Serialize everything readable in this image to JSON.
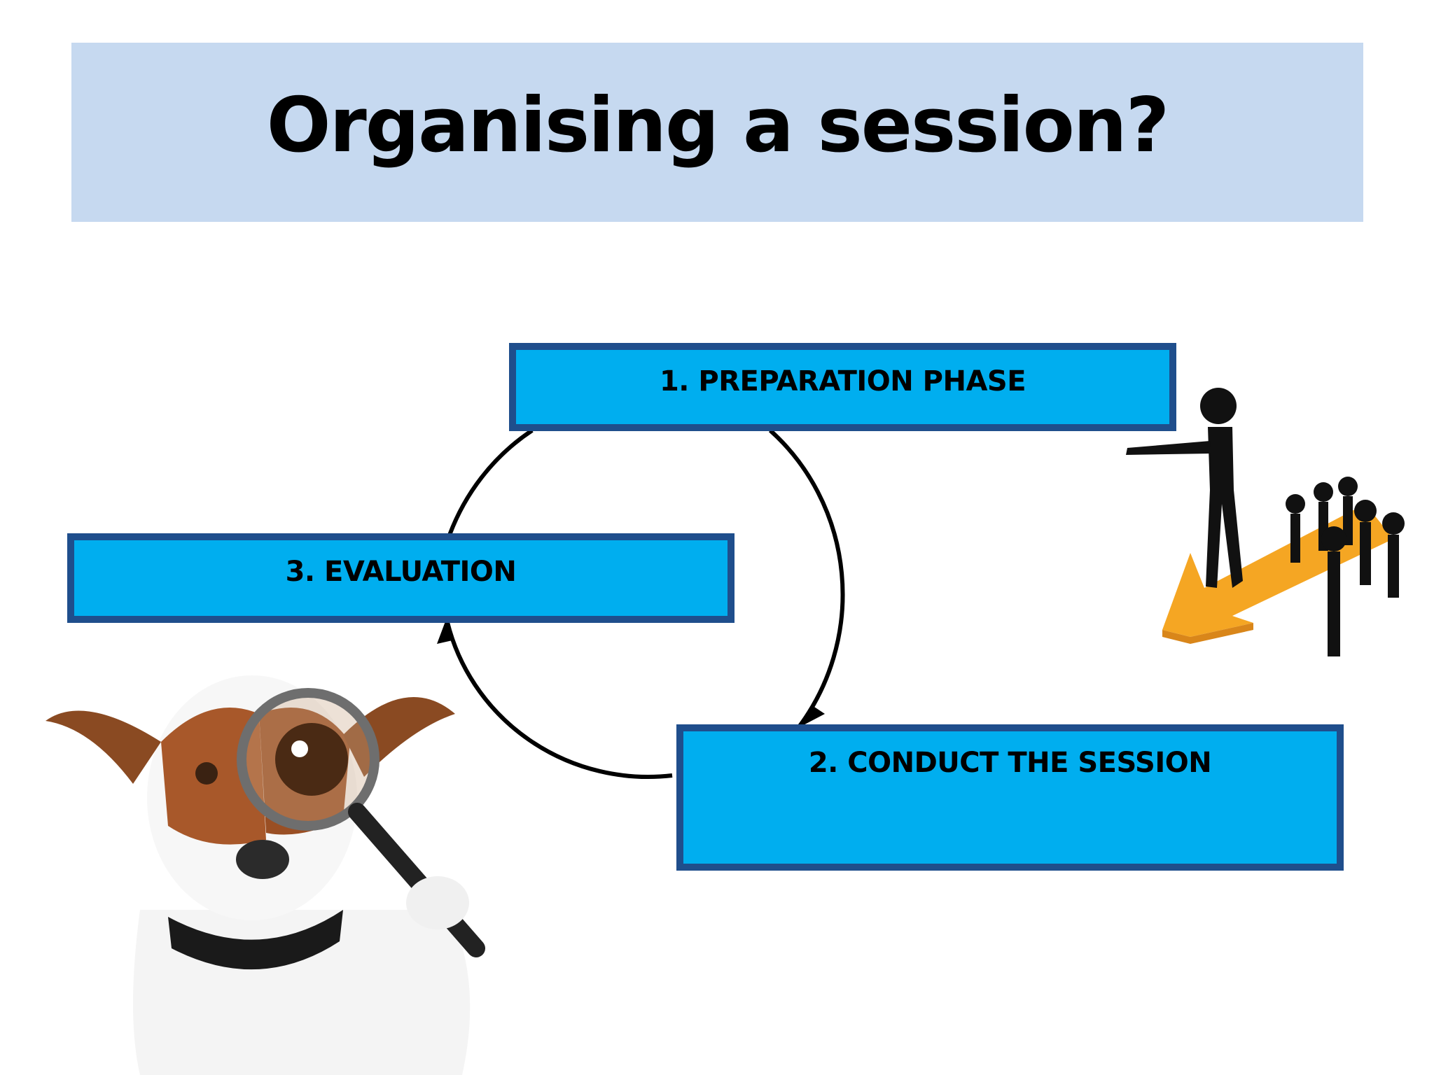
{
  "slide": {
    "title": "Organising a session?"
  },
  "cycle": {
    "steps": [
      {
        "label": "1. PREPARATION PHASE"
      },
      {
        "label": "2. CONDUCT THE SESSION"
      },
      {
        "label": "3. EVALUATION"
      }
    ],
    "arrow_color": "#000000",
    "box_fill": "#00aeef",
    "box_border": "#1f4e8c"
  },
  "header": {
    "fill": "#c6d9f0"
  },
  "illustrations": [
    {
      "icon": "dog-with-magnifying-glass-icon"
    },
    {
      "icon": "leader-pointing-with-followers-on-arrow-icon"
    }
  ]
}
